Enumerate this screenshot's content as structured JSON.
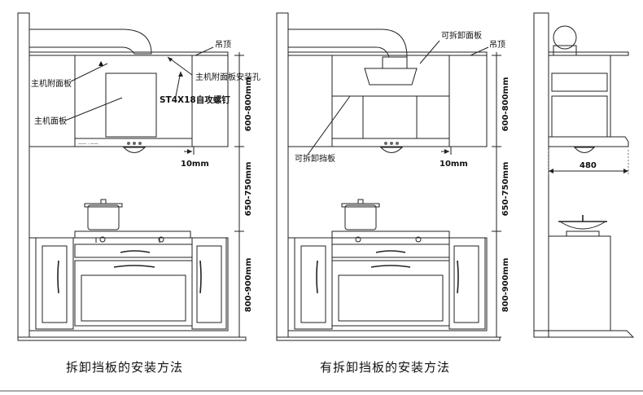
{
  "labels": {
    "ceiling": "吊顶",
    "main_side_panel": "主机附面板",
    "main_panel": "主机面板",
    "side_panel_hole": "主机附面板安装孔",
    "screw": "ST4X18自攻螺钉",
    "removable_panel": "可拆卸面板",
    "removable_baffle": "可拆卸挡板",
    "gap": "10mm",
    "dim_upper": "600-800mm",
    "dim_middle": "650-750mm",
    "dim_lower": "800-900mm",
    "width": "480"
  },
  "captions": {
    "left": "拆卸挡板的安装方法",
    "middle": "有拆卸挡板的安装方法"
  },
  "colors": {
    "line": "#222222",
    "steel_light": "#e6e6e6",
    "steel_dark": "#9a9a9a",
    "duct": "#bdbdbd"
  }
}
